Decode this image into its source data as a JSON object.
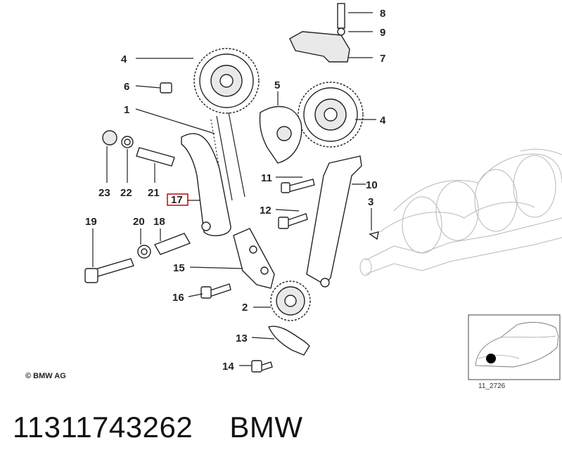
{
  "callouts": {
    "c1": "1",
    "c2": "2",
    "c3": "3",
    "c4a": "4",
    "c4b": "4",
    "c5": "5",
    "c6": "6",
    "c7": "7",
    "c8": "8",
    "c9": "9",
    "c10": "10",
    "c11": "11",
    "c12": "12",
    "c13": "13",
    "c14": "14",
    "c15": "15",
    "c16": "16",
    "c17": "17",
    "c18": "18",
    "c19": "19",
    "c20": "20",
    "c21": "21",
    "c22": "22",
    "c23": "23"
  },
  "highlight_color": "#cc0000",
  "copyright": "© BMW AG",
  "inset_ref": "11_2726",
  "footer": {
    "part_number": "11311743262",
    "brand": "BMW"
  }
}
